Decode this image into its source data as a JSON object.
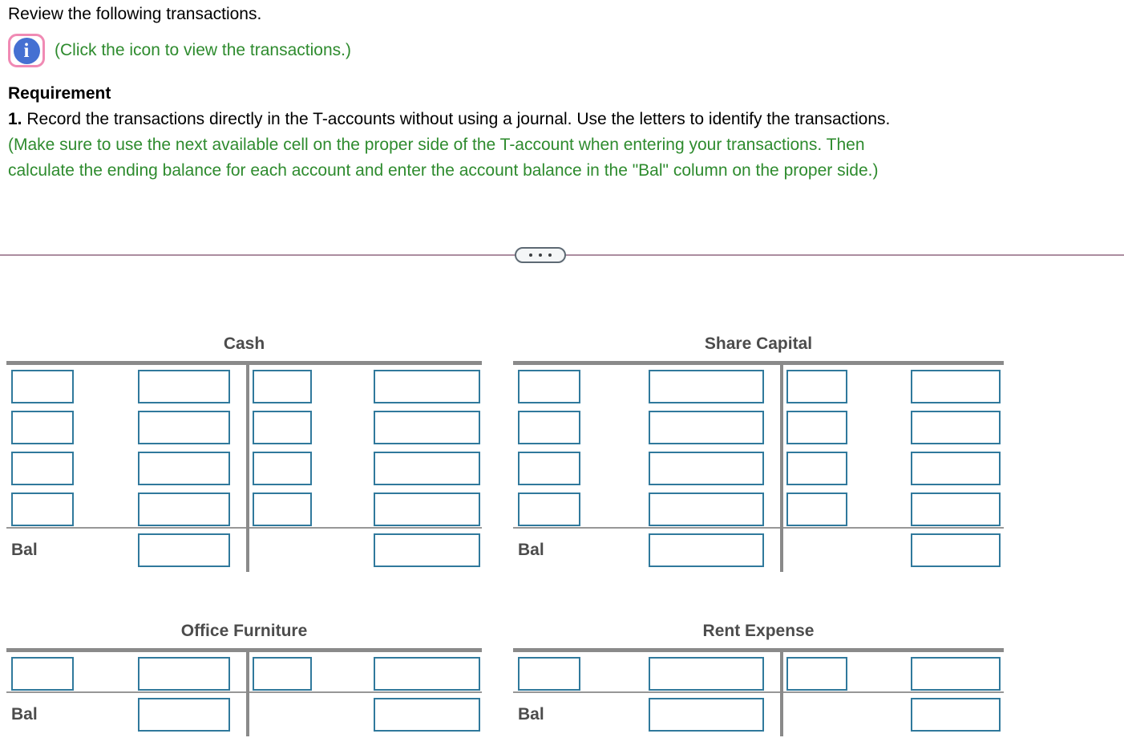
{
  "intro": {
    "review_text": "Review the following transactions.",
    "click_text": "(Click the icon to view the transactions.)",
    "info_icon_glyph": "i"
  },
  "requirement": {
    "heading": "Requirement",
    "number": "1.",
    "text": " Record the transactions directly in the T-accounts without using a journal. Use the letters to identify the transactions.",
    "note_lines": [
      "(Make sure to use the next available cell on the proper side of the T-account when entering your transactions. Then",
      "calculate the ending balance for each account and enter the account balance in the \"Bal\" column on the proper side.)"
    ]
  },
  "icons": {
    "info": "info-icon",
    "expand_toggle": "ellipsis-icon"
  },
  "colors": {
    "green_text": "#2e8b2e",
    "cell_border": "#30799c",
    "t_line_gray": "#8a8a8a",
    "divider_mauve": "#ac8da0",
    "info_icon_pink": "#f08ab4",
    "info_icon_blue": "#4570d2"
  },
  "accounts": [
    {
      "id": "cash",
      "title": "Cash",
      "bal_label": "Bal",
      "transaction_rows": 4,
      "debit_entries": [
        {
          "ref": "",
          "amount": ""
        },
        {
          "ref": "",
          "amount": ""
        },
        {
          "ref": "",
          "amount": ""
        },
        {
          "ref": "",
          "amount": ""
        }
      ],
      "credit_entries": [
        {
          "ref": "",
          "amount": ""
        },
        {
          "ref": "",
          "amount": ""
        },
        {
          "ref": "",
          "amount": ""
        },
        {
          "ref": "",
          "amount": ""
        }
      ],
      "debit_balance": "",
      "credit_balance": ""
    },
    {
      "id": "share-capital",
      "title": "Share Capital",
      "bal_label": "Bal",
      "transaction_rows": 4,
      "debit_entries": [
        {
          "ref": "",
          "amount": ""
        },
        {
          "ref": "",
          "amount": ""
        },
        {
          "ref": "",
          "amount": ""
        },
        {
          "ref": "",
          "amount": ""
        }
      ],
      "credit_entries": [
        {
          "ref": "",
          "amount": ""
        },
        {
          "ref": "",
          "amount": ""
        },
        {
          "ref": "",
          "amount": ""
        },
        {
          "ref": "",
          "amount": ""
        }
      ],
      "debit_balance": "",
      "credit_balance": ""
    },
    {
      "id": "office-furniture",
      "title": "Office Furniture",
      "bal_label": "Bal",
      "transaction_rows": 1,
      "debit_entries": [
        {
          "ref": "",
          "amount": ""
        }
      ],
      "credit_entries": [
        {
          "ref": "",
          "amount": ""
        }
      ],
      "debit_balance": "",
      "credit_balance": ""
    },
    {
      "id": "rent-expense",
      "title": "Rent Expense",
      "bal_label": "Bal",
      "transaction_rows": 1,
      "debit_entries": [
        {
          "ref": "",
          "amount": ""
        }
      ],
      "credit_entries": [
        {
          "ref": "",
          "amount": ""
        }
      ],
      "debit_balance": "",
      "credit_balance": ""
    }
  ]
}
